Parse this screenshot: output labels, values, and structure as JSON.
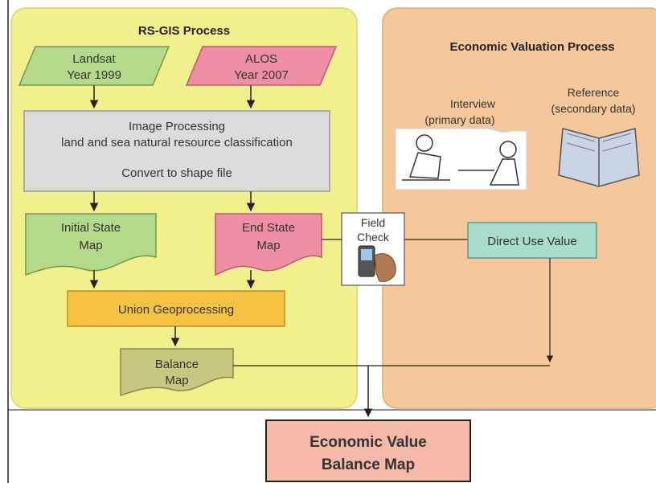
{
  "rs_gis": {
    "title": "RS-GIS Process",
    "landsat_line1": "Landsat",
    "landsat_line2": "Year 1999",
    "alos_line1": "ALOS",
    "alos_line2": "Year 2007",
    "processing_line1": "Image Processing",
    "processing_line2": "land and sea natural resource classification",
    "processing_line3": "Convert to shape file",
    "initial_line1": "Initial State",
    "initial_line2": "Map",
    "end_line1": "End State",
    "end_line2": "Map",
    "union": "Union Geoprocessing",
    "balance_line1": "Balance",
    "balance_line2": "Map"
  },
  "economic": {
    "title": "Economic Valuation Process",
    "interview_line1": "Interview",
    "interview_line2": "(primary data)",
    "reference_line1": "Reference",
    "reference_line2": "(secondary data)",
    "direct_use": "Direct Use Value"
  },
  "field_check_line1": "Field",
  "field_check_line2": "Check",
  "result_line1": "Economic Value",
  "result_line2": "Balance Map",
  "colors": {
    "rs_panel": "#f2f08c",
    "econ_panel": "#f5c79a",
    "green": "#b5d98b",
    "pink": "#ef8fa6",
    "gray": "#dcdcdc",
    "gold": "#f5c242",
    "olive": "#c8c782",
    "teal": "#a9dccd",
    "result": "#f5b9aa"
  }
}
